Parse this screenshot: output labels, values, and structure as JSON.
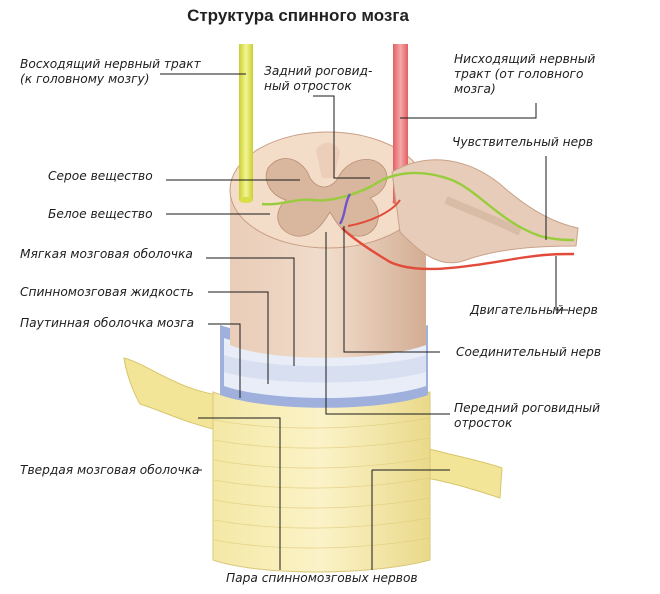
{
  "title": "Структура спинного мозга",
  "labels": {
    "ascending_tract": [
      "Восходящий нервный тракт",
      "(к головному мозгу)"
    ],
    "posterior_horn": [
      "Задний роговид-",
      "ный отросток"
    ],
    "descending_tract": [
      "Нисходящий нервный",
      "тракт (от головного",
      "мозга)"
    ],
    "sensory_nerve": [
      "Чувствительный нерв"
    ],
    "gray_matter": [
      "Серое вещество"
    ],
    "white_matter": [
      "Белое вещество"
    ],
    "pia_mater": [
      "Мягкая мозговая оболочка"
    ],
    "cerebrospinal_fluid": [
      "Спинномозговая жидкость"
    ],
    "arachnoid": [
      "Паутинная оболочка мозга"
    ],
    "motor_nerve": [
      "Двигательный нерв"
    ],
    "connecting_nerve": [
      "Соединительный нерв"
    ],
    "anterior_horn": [
      "Передний роговидный",
      "отросток"
    ],
    "dura_mater": [
      "Твердая мозговая оболочка"
    ],
    "spinal_nerves": [
      "Пара спинномозговых нервов"
    ]
  },
  "colors": {
    "white_matter": "#f1d7c4",
    "gray_matter": "#d6b49a",
    "cord_surface": "#dfc2ad",
    "pia": "#a9b8e0",
    "arachnoid": "#8ea1d3",
    "fluid": "#e9eef8",
    "dura": "#f3e6a8",
    "ascending_tract": "#eef07a",
    "descending_tract": "#ee8a8a",
    "sensory_nerve": "#9ccf45",
    "motor_nerve": "#e24a3a",
    "connecting_nerve": "#6f56c9"
  }
}
